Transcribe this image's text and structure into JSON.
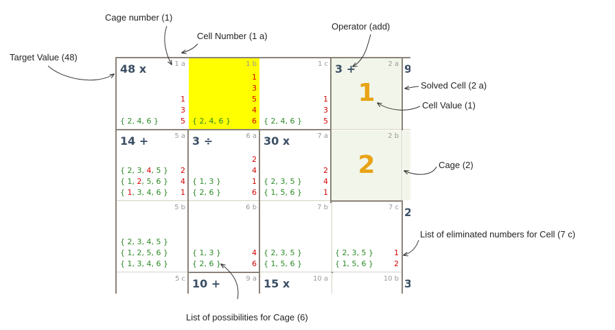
{
  "annotations": {
    "cage_number": "Cage number (1)",
    "cell_number": "Cell Number (1 a)",
    "operator": "Operator (add)",
    "target_value": "Target Value (48)",
    "solved_cell": "Solved Cell (2 a)",
    "cell_value": "Cell Value (1)",
    "cage": "Cage (2)",
    "eliminated_list": "List of eliminated numbers for Cell (7 c)",
    "possibilities_list": "List of possibilities for Cage (6)"
  },
  "cells": {
    "c1a": {
      "id": "1 a",
      "label": "48 x",
      "elim": [
        "1",
        "3",
        "5"
      ],
      "poss": [
        "{ 2, 4, 6 }"
      ]
    },
    "c1b": {
      "id": "1 b",
      "elim": [
        "1",
        "3",
        "5",
        "4",
        "6"
      ],
      "poss": [
        "{ 2, 4, 6 }"
      ]
    },
    "c1c": {
      "id": "1 c",
      "elim": [
        "1",
        "3",
        "5"
      ],
      "poss": [
        "{ 2, 4, 6 }"
      ]
    },
    "c2a": {
      "id": "2 a",
      "label": "3 +",
      "value": "1"
    },
    "c2b": {
      "id": "2 b",
      "value": "2"
    },
    "c5a": {
      "id": "5 a",
      "label": "14 +",
      "elim": [
        "2",
        "4",
        "1"
      ],
      "poss": [
        "{ 2, 3, 4, 5 }",
        "{ 1, 2, 5, 6 }",
        "{ 1, 3, 4, 6 }"
      ]
    },
    "c6a": {
      "id": "6 a",
      "label": "3 ÷",
      "elim": [
        "2",
        "4",
        "1",
        "6"
      ],
      "poss": [
        "{ 1, 3 }",
        "{ 2, 6 }"
      ]
    },
    "c7a": {
      "id": "7 a",
      "label": "30 x",
      "elim": [
        "2",
        "4",
        "1"
      ],
      "poss": [
        "{ 2, 3, 5 }",
        "{ 1, 5, 6 }"
      ]
    },
    "c5b": {
      "id": "5 b",
      "poss": [
        "{ 2, 3, 4, 5 }",
        "{ 1, 2, 5, 6 }",
        "{ 1, 3, 4, 6 }"
      ]
    },
    "c6b": {
      "id": "6 b",
      "elim": [
        "4",
        "6"
      ],
      "poss": [
        "{ 1, 3 }",
        "{ 2, 6 }"
      ]
    },
    "c7b": {
      "id": "7 b",
      "poss": [
        "{ 2, 3, 5 }",
        "{ 1, 5, 6 }"
      ]
    },
    "c7c": {
      "id": "7 c",
      "elim": [
        "1",
        "2"
      ],
      "poss": [
        "{ 2, 3, 5 }",
        "{ 1, 5, 6 }"
      ]
    },
    "c5c": {
      "id": "5 c"
    },
    "c9a": {
      "id": "9 a",
      "label": "10 +"
    },
    "c10a": {
      "id": "10 a",
      "label": "15 x"
    },
    "c10b": {
      "id": "10 b"
    }
  },
  "partial": {
    "r0": "9",
    "r2": "2",
    "r3": "3"
  },
  "colors": {
    "selected": "#ffff00",
    "solved_bg": "#f2f6ea",
    "value": "#e8a316",
    "eliminated": "#d40000",
    "possibility": "#2a8a24",
    "cage_label": "#3b4e63"
  }
}
